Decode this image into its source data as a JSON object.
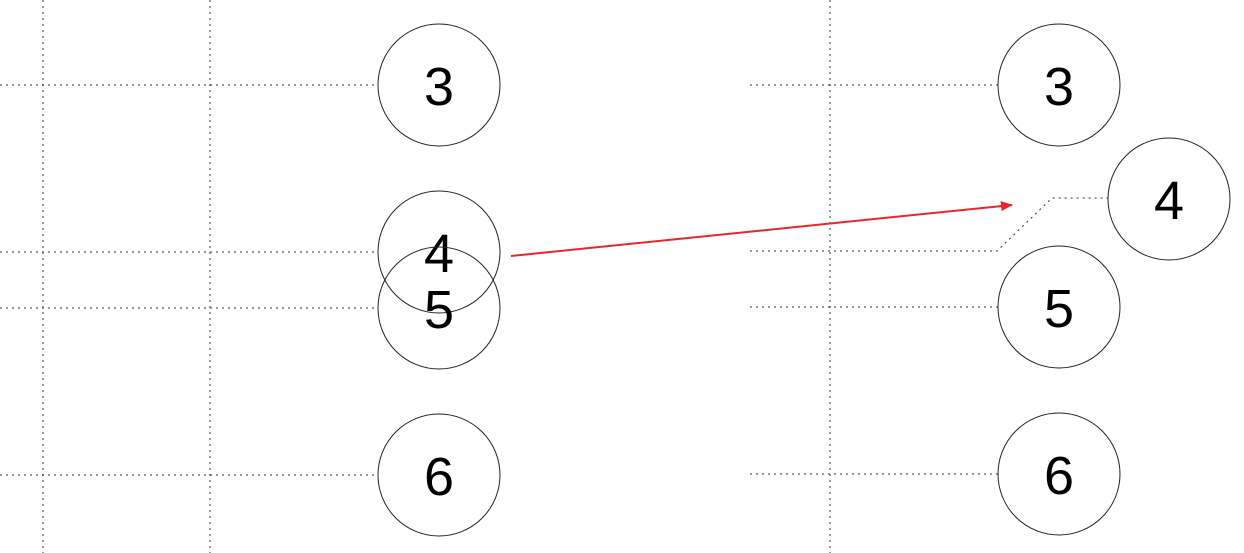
{
  "left_panel": {
    "nodes": [
      {
        "label": "3"
      },
      {
        "label": "4"
      },
      {
        "label": "5"
      },
      {
        "label": "6"
      }
    ]
  },
  "right_panel": {
    "nodes": [
      {
        "label": "3"
      },
      {
        "label": "4"
      },
      {
        "label": "5"
      },
      {
        "label": "6"
      }
    ]
  },
  "arrow_color": "#e8262b"
}
